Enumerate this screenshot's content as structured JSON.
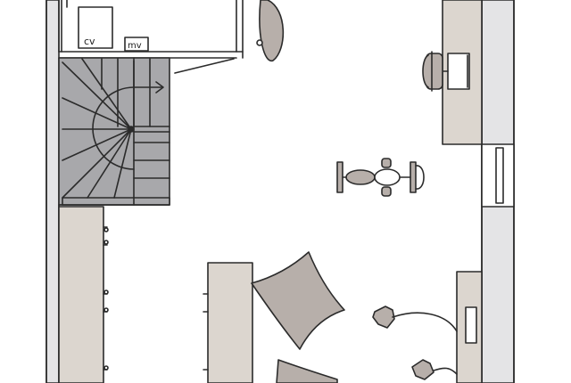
{
  "floorplan": {
    "labels": {
      "cv": "cv",
      "mv": "mv"
    },
    "colors": {
      "line": "#2b2b2b",
      "wall_fill": "#e4e4e6",
      "wood": "#dcd6cf",
      "fabric": "#b7afaa",
      "stair": "#a8a8ab",
      "background": "#ffffff"
    },
    "furniture": [
      "staircase",
      "wardrobe",
      "desk",
      "office-chair",
      "monitor",
      "exercise-bike",
      "bench",
      "floor-cushion",
      "sideboard",
      "table-lamp",
      "cv-unit",
      "mv-unit",
      "surfboard"
    ]
  }
}
